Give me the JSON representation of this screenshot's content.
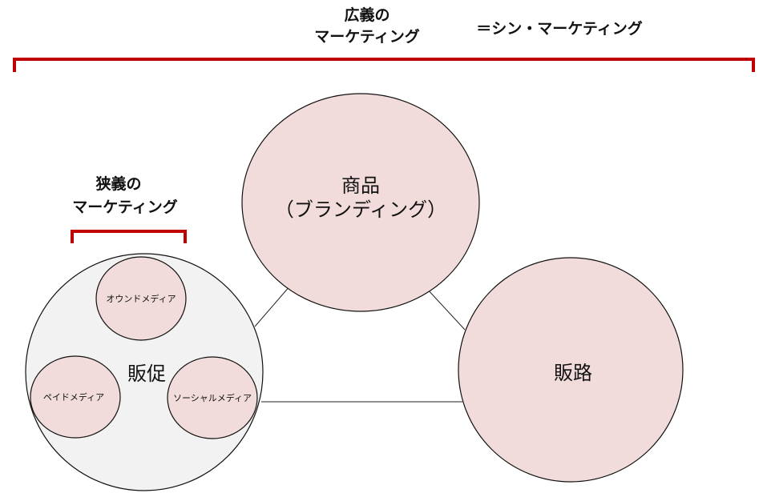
{
  "broad": {
    "line1": "広義の",
    "line2": "マーケティング",
    "equals": "＝シン・マーケティング"
  },
  "narrow": {
    "line1": "狭義の",
    "line2": "マーケティング"
  },
  "product": {
    "line1": "商品",
    "line2": "（ブランディング）"
  },
  "channel": {
    "label": "販路"
  },
  "promotion": {
    "label": "販促",
    "media": [
      "オウンドメディア",
      "ペイドメディア",
      "ソーシャルメディア"
    ]
  },
  "colors": {
    "bracket": "#c00000",
    "circle_fill": "#f1dcdb",
    "promo_fill": "#f2f2f2"
  }
}
